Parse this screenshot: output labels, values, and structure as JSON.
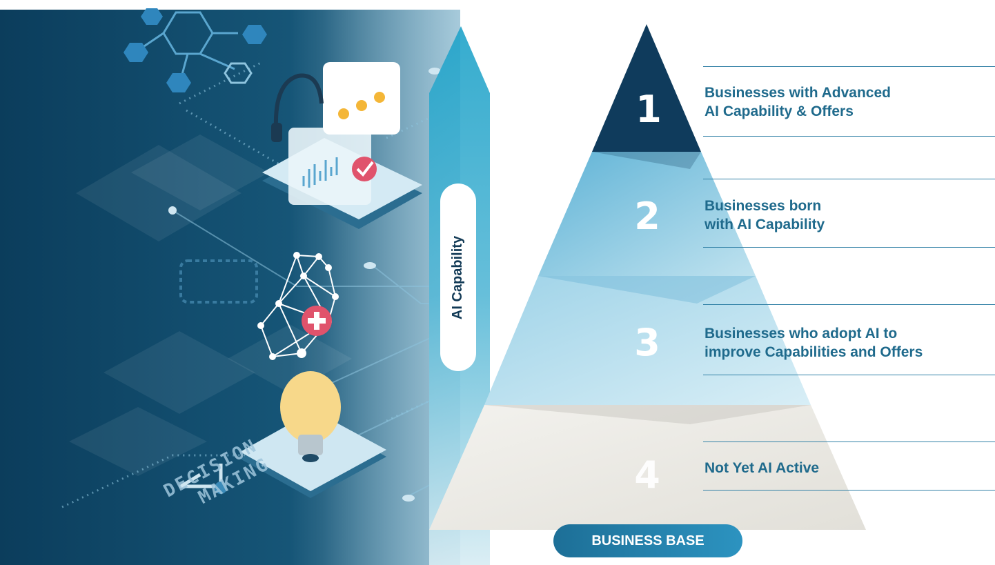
{
  "axis": {
    "label": "AI Capability"
  },
  "base": {
    "label": "BUSINESS BASE"
  },
  "illustration": {
    "caption_line1": "DECISION",
    "caption_line2": "MAKING"
  },
  "tiers": [
    {
      "number": "1",
      "label": "Businesses with Advanced\nAI Capability & Offers"
    },
    {
      "number": "2",
      "label": "Businesses born\nwith AI Capability"
    },
    {
      "number": "3",
      "label": "Businesses who adopt AI to\nimprove Capabilities and Offers"
    },
    {
      "number": "4",
      "label": "Not Yet AI Active"
    }
  ],
  "colors": {
    "illustration_bg": "#0e4565",
    "tier1": "#0f3b5c",
    "tier2": "#3f9dc8",
    "tier3": "#8bcbe3",
    "tier4": "#ebe9e3",
    "label_text": "#1f6a8c",
    "accent_pink": "#e0536c",
    "bulb": "#f7d88a"
  }
}
